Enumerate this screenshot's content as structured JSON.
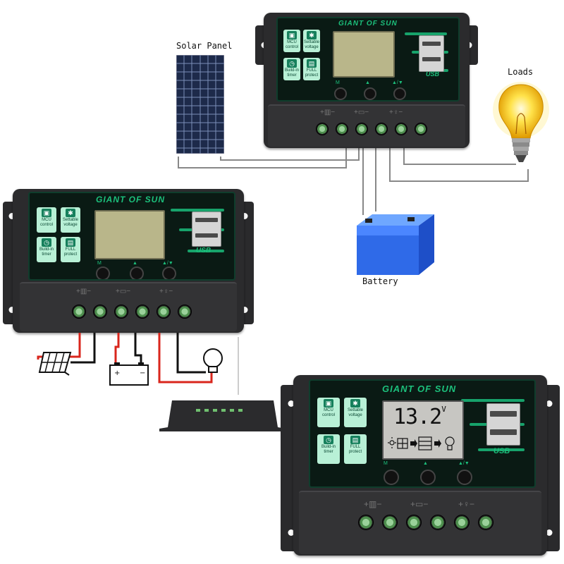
{
  "labels": {
    "solar_panel": "Solar Panel",
    "loads": "Loads",
    "battery": "Battery"
  },
  "controller": {
    "brand": "GIANT OF SUN",
    "usb_label": "USB",
    "tiles": [
      {
        "icon": "chip-icon",
        "text": "MCU control"
      },
      {
        "icon": "gear-icon",
        "text": "Settable voltage"
      },
      {
        "icon": "clock-icon",
        "text": "Build-in timer"
      },
      {
        "icon": "lock-icon",
        "text": "FULL protect"
      }
    ],
    "button_labels": [
      "M",
      "▲",
      "▲/▼"
    ]
  },
  "display": {
    "voltage": "13.2",
    "unit": "V"
  },
  "colors": {
    "accent": "#1cc07c",
    "wire_red": "#d9261c",
    "wire_black": "#111111"
  }
}
